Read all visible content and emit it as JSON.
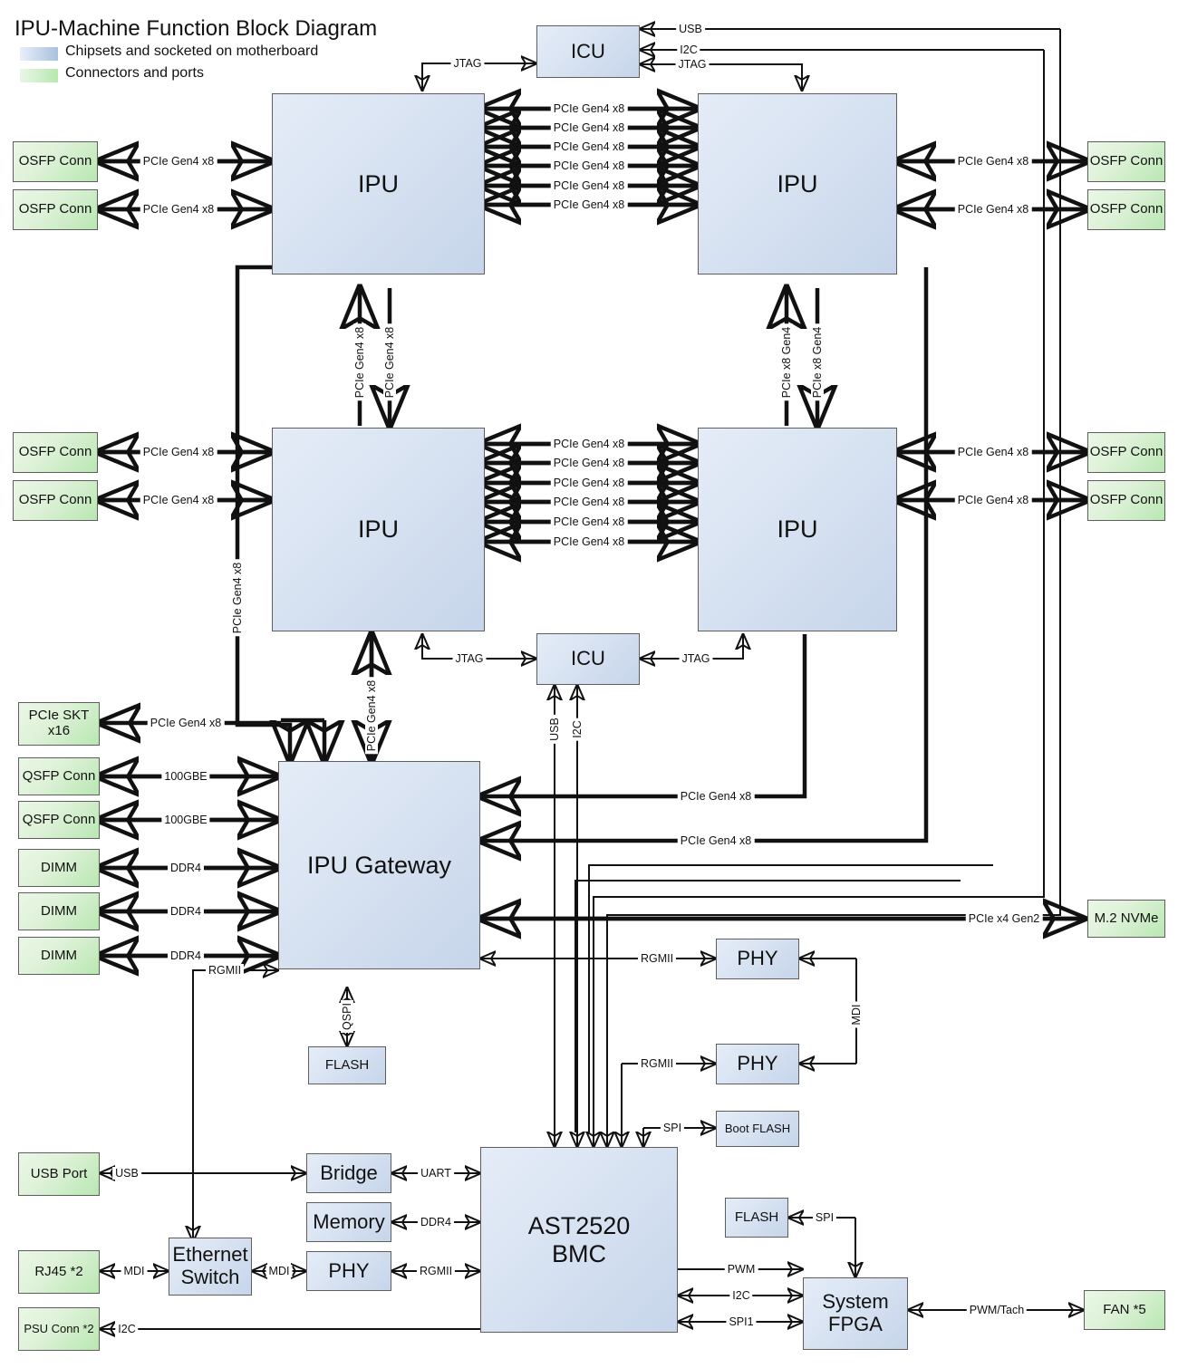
{
  "title": "IPU-Machine Function Block Diagram",
  "legend": [
    {
      "label": "Chipsets and socketed on motherboard",
      "color": "#c6d5ea"
    },
    {
      "label": "Connectors and ports",
      "color": "#b9e7b2"
    }
  ],
  "colors": {
    "chip_fill": "#c6d5ea",
    "connector_fill": "#b9e7b2",
    "border": "#5e5e5e",
    "wire": "#111111",
    "background": "#ffffff"
  },
  "blocks": {
    "icu_top": "ICU",
    "icu_mid": "ICU",
    "ipu_tl": "IPU",
    "ipu_tr": "IPU",
    "ipu_bl": "IPU",
    "ipu_br": "IPU",
    "gateway": "IPU Gateway",
    "bmc": "AST2520\nBMC",
    "bmc_line1": "AST2520",
    "bmc_line2": "BMC",
    "bridge": "Bridge",
    "memory": "Memory",
    "phy_bmc": "PHY",
    "phy_up": "PHY",
    "phy_low": "PHY",
    "eth_switch_line1": "Ethernet",
    "eth_switch_line2": "Switch",
    "flash_gw": "FLASH",
    "flash_fpga": "FLASH",
    "boot_flash": "Boot FLASH",
    "system_fpga_line1": "System",
    "system_fpga_line2": "FPGA",
    "osfp_1": "OSFP Conn",
    "osfp_2": "OSFP Conn",
    "osfp_3": "OSFP Conn",
    "osfp_4": "OSFP Conn",
    "osfp_5": "OSFP Conn",
    "osfp_6": "OSFP Conn",
    "osfp_7": "OSFP Conn",
    "osfp_8": "OSFP Conn",
    "pcie_skt_line1": "PCIe SKT",
    "pcie_skt_line2": "x16",
    "qsfp_1": "QSFP Conn",
    "qsfp_2": "QSFP Conn",
    "dimm_1": "DIMM",
    "dimm_2": "DIMM",
    "dimm_3": "DIMM",
    "usb_port": "USB Port",
    "rj45": "RJ45 *2",
    "psu_conn": "PSU Conn *2",
    "m2_nvme": "M.2 NVMe",
    "fan": "FAN *5"
  },
  "signals": {
    "pcie_g4_x8": "PCIe Gen4 x8",
    "pcie_x8_g4": "PCIe x8 Gen4",
    "pcie_x4_gen2": "PCIe x4 Gen2",
    "jtag": "JTAG",
    "usb": "USB",
    "i2c": "I2C",
    "spi": "SPI",
    "spi1": "SPI1",
    "qspi": "QSPI",
    "uart": "UART",
    "ddr4": "DDR4",
    "rgmii": "RGMII",
    "mdi": "MDI",
    "gbe_100": "100GBE",
    "pwm": "PWM",
    "pwm_tach": "PWM/Tach"
  },
  "wire_labels": {
    "top_pair_links": [
      "PCIe Gen4 x8",
      "PCIe Gen4 x8",
      "PCIe Gen4 x8",
      "PCIe Gen4 x8",
      "PCIe Gen4 x8",
      "PCIe Gen4 x8"
    ],
    "bottom_pair_links": [
      "PCIe Gen4 x8",
      "PCIe Gen4 x8",
      "PCIe Gen4 x8",
      "PCIe Gen4 x8",
      "PCIe Gen4 x8",
      "PCIe Gen4 x8"
    ],
    "left_vertical_links": [
      "PCIe Gen4 x8",
      "PCIe Gen4 x8"
    ],
    "right_vertical_links": [
      "PCIe x8 Gen4",
      "PCIe x8 Gen4"
    ],
    "gateway_left": [
      "PCIe Gen4 x8",
      "100GBE",
      "100GBE",
      "DDR4",
      "DDR4",
      "DDR4",
      "RGMII"
    ],
    "gateway_right": [
      "PCIe Gen4 x8",
      "PCIe Gen4 x8",
      "PCIe x4 Gen2",
      "RGMII"
    ],
    "bmc_left": [
      "UART",
      "DDR4",
      "RGMII",
      "I2C"
    ],
    "bmc_right": [
      "PWM",
      "I2C",
      "SPI1"
    ],
    "icu_top_right": [
      "USB",
      "I2C",
      "JTAG"
    ],
    "icu_mid_bottom": [
      "USB",
      "I2C"
    ]
  }
}
